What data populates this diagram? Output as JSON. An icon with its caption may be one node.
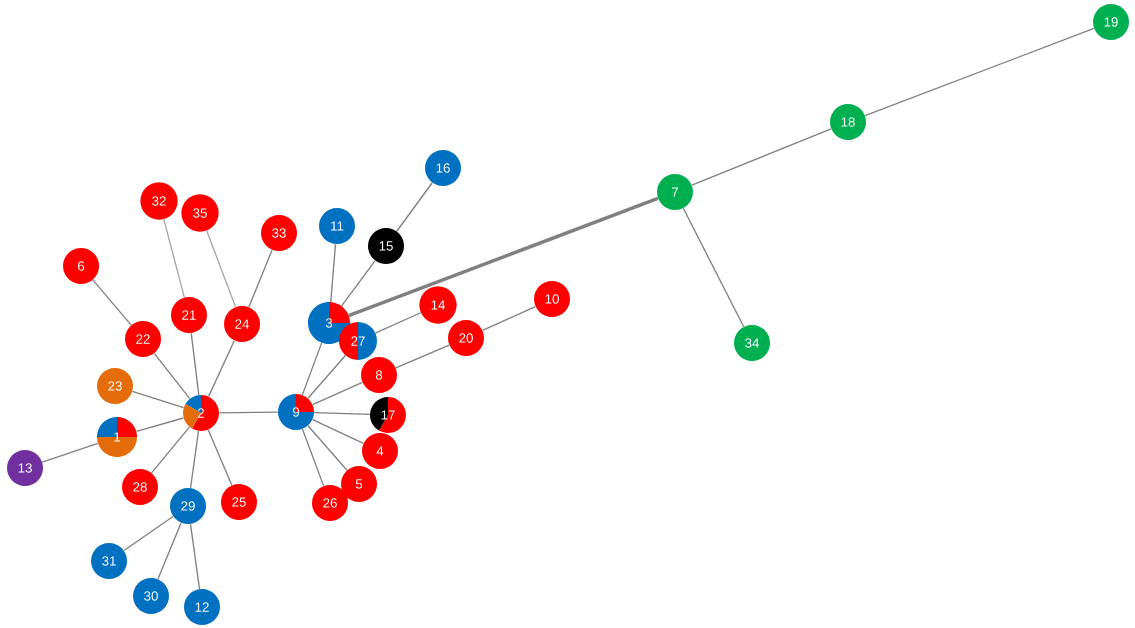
{
  "diagram": {
    "nodes": [
      {
        "text": [
          "1"
        ]
      },
      {
        "text": [
          "2"
        ]
      },
      {
        "text": [
          "3"
        ]
      },
      {
        "text": [
          "4"
        ]
      },
      {
        "text": [
          "5"
        ]
      },
      {
        "text": [
          "6"
        ]
      },
      {
        "text": [
          "7"
        ]
      },
      {
        "text": [
          "8"
        ]
      },
      {
        "text": [
          "9"
        ]
      },
      {
        "text": [
          "10"
        ]
      },
      {
        "text": [
          "11"
        ]
      },
      {
        "text": [
          "12"
        ]
      },
      {
        "text": [
          "13"
        ]
      },
      {
        "text": [
          "14"
        ]
      },
      {
        "text": [
          "15"
        ]
      },
      {
        "text": [
          "16"
        ]
      },
      {
        "text": [
          "17"
        ]
      },
      {
        "text": [
          "18"
        ]
      },
      {
        "text": [
          "19"
        ]
      },
      {
        "text": [
          "20"
        ]
      },
      {
        "text": [
          "21"
        ]
      },
      {
        "text": [
          "22"
        ]
      },
      {
        "text": [
          "23"
        ]
      },
      {
        "text": [
          "24"
        ]
      },
      {
        "text": [
          "25"
        ]
      },
      {
        "text": [
          "26"
        ]
      },
      {
        "text": [
          "27"
        ]
      },
      {
        "text": [
          "28"
        ]
      },
      {
        "text": [
          "29"
        ]
      },
      {
        "text": [
          "30"
        ]
      },
      {
        "text": [
          "31"
        ]
      },
      {
        "text": [
          "32"
        ]
      },
      {
        "text": [
          "33"
        ]
      },
      {
        "text": [
          "34"
        ]
      },
      {
        "text": [
          "35"
        ]
      }
    ],
    "edges": [
      {
        "from": 12,
        "to": 0,
        "arrow": "none"
      },
      {
        "from": 0,
        "to": 1,
        "arrow": "none"
      },
      {
        "from": 22,
        "to": 1,
        "arrow": "none"
      },
      {
        "from": 21,
        "to": 1,
        "arrow": "none"
      },
      {
        "from": 5,
        "to": 21,
        "arrow": "none"
      },
      {
        "from": 20,
        "to": 1,
        "arrow": "none"
      },
      {
        "from": 31,
        "to": 20,
        "arrow": "none",
        "color": "#a6a6a6"
      },
      {
        "from": 23,
        "to": 1,
        "arrow": "none"
      },
      {
        "from": 34,
        "to": 23,
        "arrow": "none",
        "color": "#a6a6a6"
      },
      {
        "from": 32,
        "to": 23,
        "arrow": "none"
      },
      {
        "from": 27,
        "to": 1,
        "arrow": "none"
      },
      {
        "from": 28,
        "to": 1,
        "arrow": "none"
      },
      {
        "from": 24,
        "to": 1,
        "arrow": "none"
      },
      {
        "from": 30,
        "to": 28,
        "arrow": "none"
      },
      {
        "from": 29,
        "to": 28,
        "arrow": "none"
      },
      {
        "from": 11,
        "to": 28,
        "arrow": "none"
      },
      {
        "from": 1,
        "to": 8,
        "arrow": "none"
      },
      {
        "from": 8,
        "to": 2,
        "arrow": "none"
      },
      {
        "from": 2,
        "to": 10,
        "arrow": "none"
      },
      {
        "from": 2,
        "to": 14,
        "arrow": "none"
      },
      {
        "from": 14,
        "to": 15,
        "arrow": "none"
      },
      {
        "from": 2,
        "to": 6,
        "arrow": "none",
        "style": "thick"
      },
      {
        "from": 26,
        "to": 13,
        "arrow": "none"
      },
      {
        "from": 8,
        "to": 26,
        "arrow": "none"
      },
      {
        "from": 8,
        "to": 7,
        "arrow": "none"
      },
      {
        "from": 7,
        "to": 19,
        "arrow": "none"
      },
      {
        "from": 19,
        "to": 9,
        "arrow": "none"
      },
      {
        "from": 8,
        "to": 16,
        "arrow": "none"
      },
      {
        "from": 8,
        "to": 3,
        "arrow": "none"
      },
      {
        "from": 8,
        "to": 4,
        "arrow": "none"
      },
      {
        "from": 8,
        "to": 25,
        "arrow": "none"
      },
      {
        "from": 6,
        "to": 17,
        "arrow": "none"
      },
      {
        "from": 17,
        "to": 18,
        "arrow": "none"
      },
      {
        "from": 6,
        "to": 33,
        "arrow": "none"
      }
    ]
  }
}
